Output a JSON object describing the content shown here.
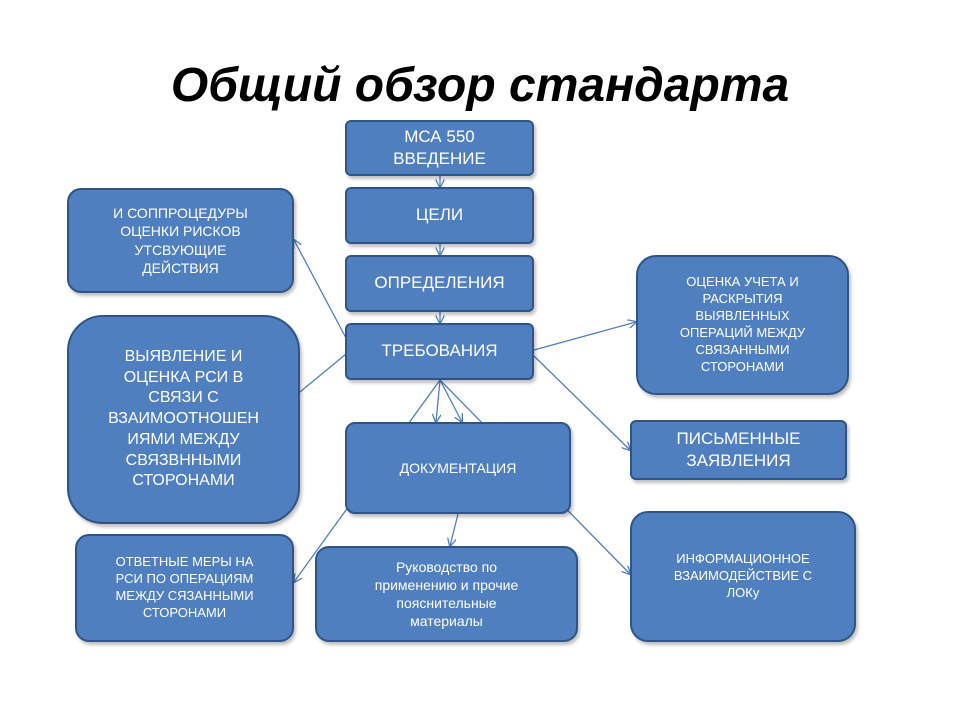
{
  "title": "Общий обзор стандарта",
  "nodes": {
    "intro": "МСА 550\nВВЕДЕНИЕ",
    "goals": "ЦЕЛИ",
    "definitions": "ОПРЕДЕЛЕНИЯ",
    "requirements": "ТРЕБОВАНИЯ",
    "documentation": "ДОКУМЕНТАЦИЯ",
    "risk_procedures": "И СОППРОЦЕДУРЫ\nОЦЕНКИ РИСКОВ\nУТСВУЮЩИЕ\nДЕЙСТВИЯ",
    "identify_rsi": "ВЫЯВЛЕНИЕ И\nОЦЕНКА РСИ В\nСВЯЗИ С\nВЗАИМООТНОШЕН\nИЯМИ МЕЖДУ\nСВЯЗВННЫМИ\nСТОРОНАМИ",
    "response_measures": "ОТВЕТНЫЕ МЕРЫ НА\nРСИ ПО ОПЕРАЦИЯМ\nМЕЖДУ СЯЗАННЫМИ\nСТОРОНАМИ",
    "guidance": "Руководство по\nприменению и прочие\nпояснительные\nматериалы",
    "accounting_disclosure": "ОЦЕНКА УЧЕТА И\nРАСКРЫТИЯ\nВЫЯВЛЕННЫХ\nОПЕРАЦИЙ МЕЖДУ\nСВЯЗАННЫМИ\nСТОРОНАМИ",
    "written_statements": "ПИСЬМЕННЫЕ\nЗАЯВЛЕНИЯ",
    "info_exchange": "ИНФОРМАЦИОННОЕ\nВЗАИМОДЕЙСТВИЕ С\nЛОКу"
  },
  "colors": {
    "box_fill": "#4f7fbe",
    "box_border": "#2f5587",
    "connector": "#4f7fbe",
    "text": "#ffffff"
  }
}
